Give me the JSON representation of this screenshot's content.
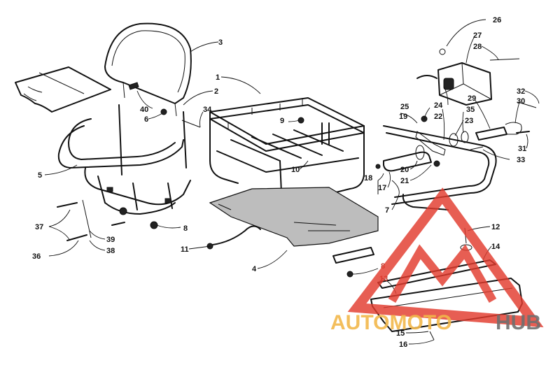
{
  "part_labels": [
    {
      "id": "1",
      "text": "1"
    },
    {
      "id": "2",
      "text": "2"
    },
    {
      "id": "3",
      "text": "3"
    },
    {
      "id": "4",
      "text": "4"
    },
    {
      "id": "5",
      "text": "5"
    },
    {
      "id": "6",
      "text": "6"
    },
    {
      "id": "7",
      "text": "7"
    },
    {
      "id": "8a",
      "text": "8"
    },
    {
      "id": "8b",
      "text": "8"
    },
    {
      "id": "9",
      "text": "9"
    },
    {
      "id": "10",
      "text": "10"
    },
    {
      "id": "11",
      "text": "11"
    },
    {
      "id": "12",
      "text": "12"
    },
    {
      "id": "13",
      "text": "13"
    },
    {
      "id": "14",
      "text": "14"
    },
    {
      "id": "15",
      "text": "15"
    },
    {
      "id": "16",
      "text": "16"
    },
    {
      "id": "17",
      "text": "17"
    },
    {
      "id": "18",
      "text": "18"
    },
    {
      "id": "19",
      "text": "19"
    },
    {
      "id": "20",
      "text": "20"
    },
    {
      "id": "21",
      "text": "21"
    },
    {
      "id": "22",
      "text": "22"
    },
    {
      "id": "23",
      "text": "23"
    },
    {
      "id": "24",
      "text": "24"
    },
    {
      "id": "25",
      "text": "25"
    },
    {
      "id": "26",
      "text": "26"
    },
    {
      "id": "27",
      "text": "27"
    },
    {
      "id": "28",
      "text": "28"
    },
    {
      "id": "29",
      "text": "29"
    },
    {
      "id": "30",
      "text": "30"
    },
    {
      "id": "31",
      "text": "31"
    },
    {
      "id": "32",
      "text": "32"
    },
    {
      "id": "33",
      "text": "33"
    },
    {
      "id": "34",
      "text": "34"
    },
    {
      "id": "35",
      "text": "35"
    },
    {
      "id": "36",
      "text": "36"
    },
    {
      "id": "37",
      "text": "37"
    },
    {
      "id": "38",
      "text": "38"
    },
    {
      "id": "39",
      "text": "39"
    },
    {
      "id": "40",
      "text": "40"
    }
  ],
  "watermark": {
    "word_primary": "AUTOMOTO",
    "word_secondary": "HUB",
    "color_primary": "#f2b84b",
    "color_secondary": "#6f6f6f",
    "logo_color": "#e23b2e"
  },
  "colors": {
    "line": "#111111",
    "highlight_label": "#c0392b"
  }
}
